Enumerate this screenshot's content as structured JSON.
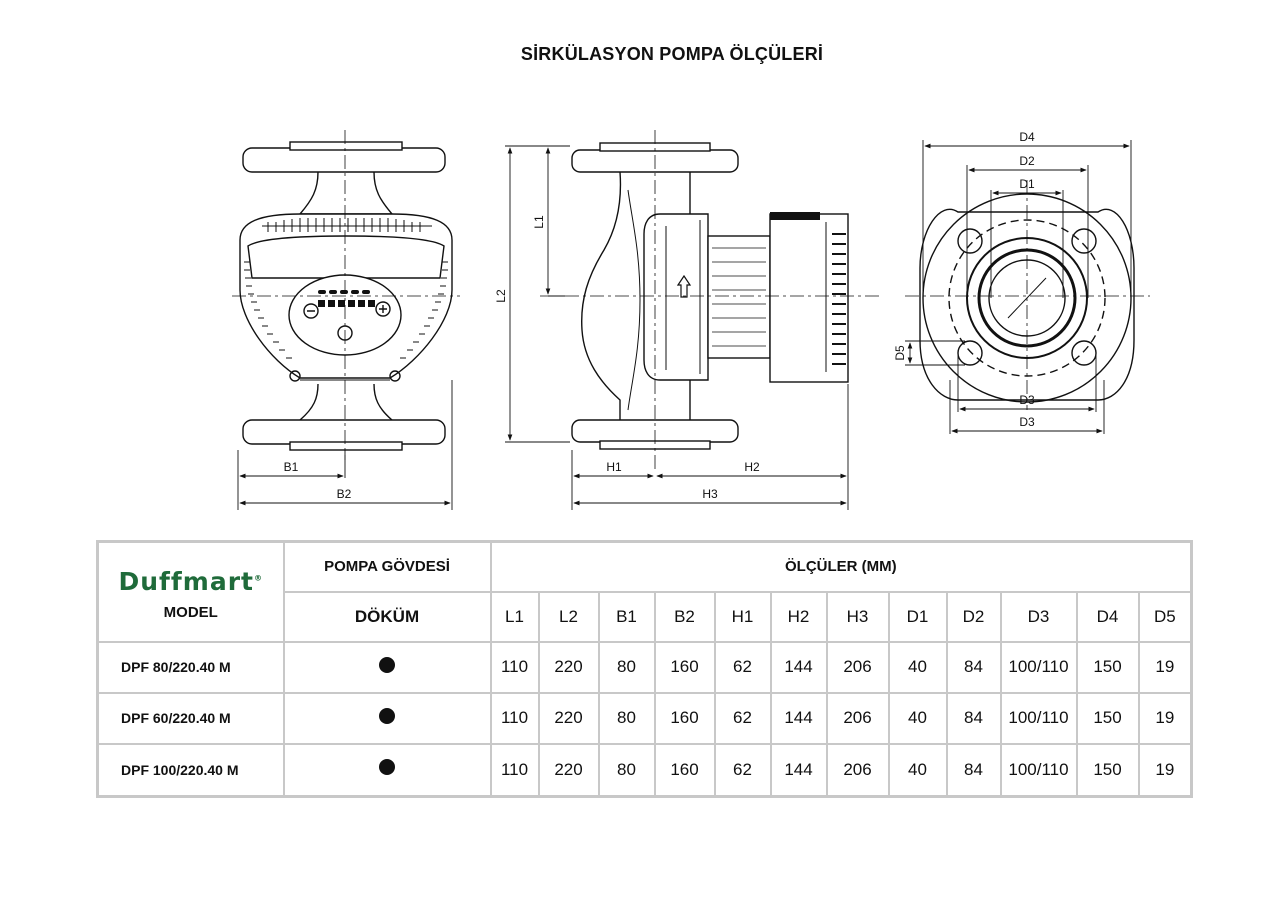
{
  "title": "SİRKÜLASYON POMPA ÖLÇÜLERİ",
  "drawing_labels": {
    "b1": "B1",
    "b2": "B2",
    "l1": "L1",
    "l2": "L2",
    "h1": "H1",
    "h2": "H2",
    "h3": "H3",
    "d1": "D1",
    "d2": "D2",
    "d4": "D4",
    "d5": "D5",
    "d3_inner": "D3",
    "d3_outer": "D3"
  },
  "table": {
    "brand": "Duffmart",
    "brand_reg": "®",
    "model_header": "MODEL",
    "body_header": "POMPA GÖVDESİ",
    "body_sub": "DÖKÜM",
    "dims_header": "ÖLÇÜLER (MM)",
    "columns": [
      "L1",
      "L2",
      "B1",
      "B2",
      "H1",
      "H2",
      "H3",
      "D1",
      "D2",
      "D3",
      "D4",
      "D5"
    ],
    "rows": [
      {
        "model": "DPF 80/220.40 M",
        "values": [
          "110",
          "220",
          "80",
          "160",
          "62",
          "144",
          "206",
          "40",
          "84",
          "100/110",
          "150",
          "19"
        ]
      },
      {
        "model": "DPF 60/220.40 M",
        "values": [
          "110",
          "220",
          "80",
          "160",
          "62",
          "144",
          "206",
          "40",
          "84",
          "100/110",
          "150",
          "19"
        ]
      },
      {
        "model": "DPF 100/220.40 M",
        "values": [
          "110",
          "220",
          "80",
          "160",
          "62",
          "144",
          "206",
          "40",
          "84",
          "100/110",
          "150",
          "19"
        ]
      }
    ]
  }
}
